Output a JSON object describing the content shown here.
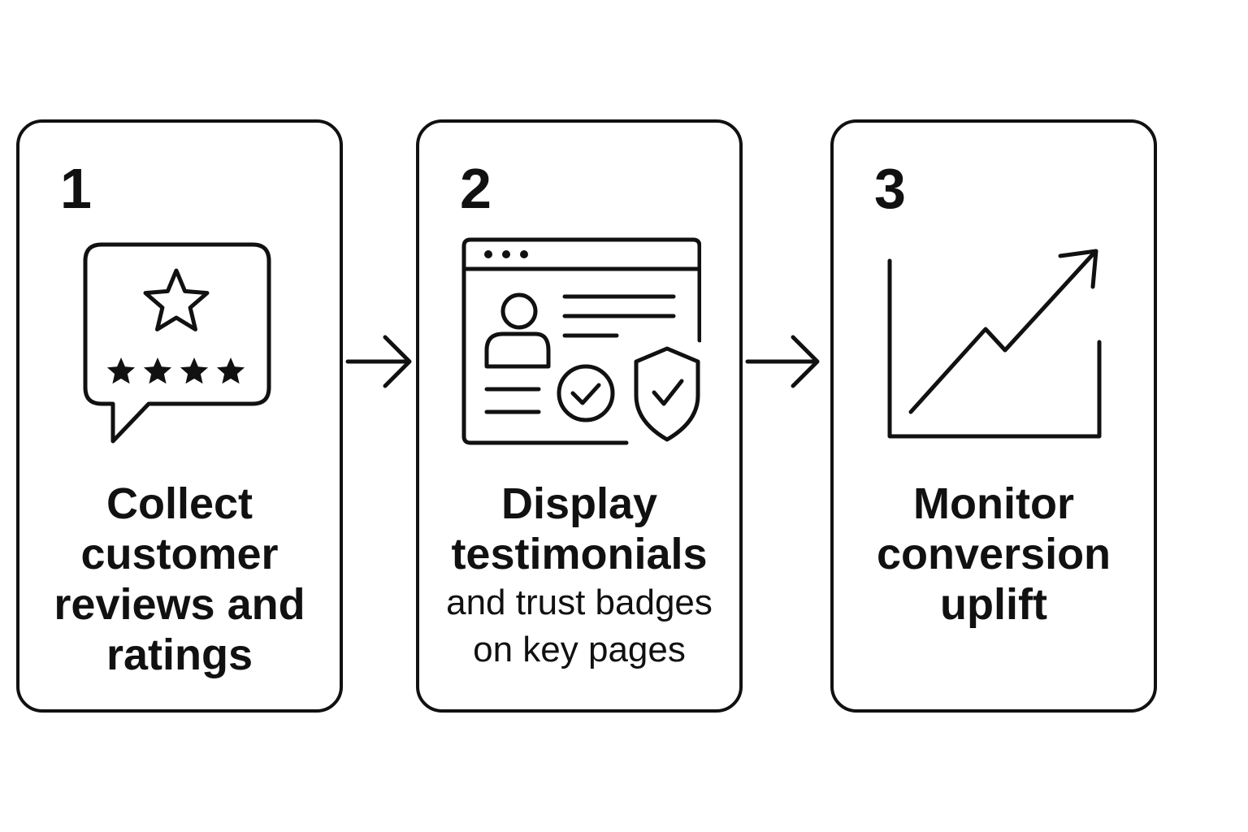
{
  "steps": [
    {
      "number": "1",
      "icon": "review-bubble-icon",
      "caption_lines": [
        "Collect",
        "customer",
        "reviews and",
        "ratings"
      ]
    },
    {
      "number": "2",
      "icon": "browser-testimonial-badge-icon",
      "caption_lines": [
        "Display",
        "testimonials"
      ],
      "caption_small_lines": [
        "and trust badges",
        "on key pages"
      ]
    },
    {
      "number": "3",
      "icon": "growth-chart-icon",
      "caption_lines": [
        "Monitor",
        "conversion",
        "uplift"
      ]
    }
  ],
  "connectors": [
    "right-arrow-icon",
    "right-arrow-icon"
  ],
  "colors": {
    "stroke": "#111111",
    "background": "#ffffff"
  }
}
